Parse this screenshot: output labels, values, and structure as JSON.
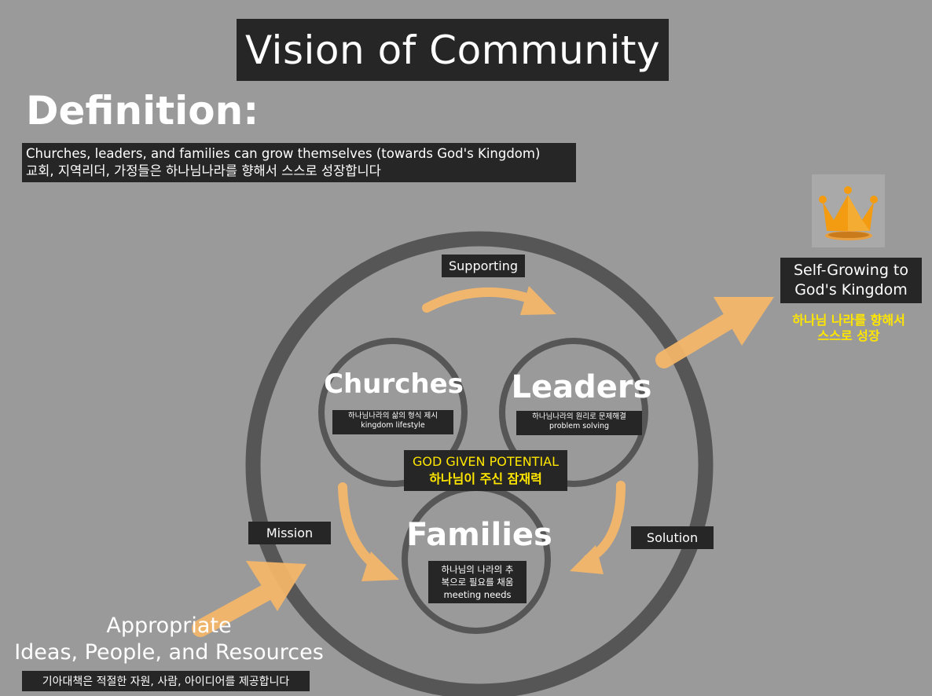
{
  "title": "Vision of Community",
  "definition_heading": "Definition:",
  "definition": {
    "line_en": "Churches, leaders, and families can grow themselves (towards God's Kingdom)",
    "line_kr": "교회, 지역리더, 가정들은 하나님나라를 향해서 스스로 성장합니다"
  },
  "arrows": {
    "supporting": "Supporting",
    "mission": "Mission",
    "solution": "Solution"
  },
  "nodes": {
    "churches": {
      "title": "Churches",
      "kr": "하나님나라의 삶의 형식 제시",
      "en": "kingdom lifestyle"
    },
    "leaders": {
      "title": "Leaders",
      "kr": "하나님나라의 원리로 문제해결",
      "en": "problem solving"
    },
    "families": {
      "title": "Families",
      "kr1": "하나님의 나라의 추",
      "kr2": "복으로 필요를 채움",
      "en": "meeting needs"
    }
  },
  "potential": {
    "en": "GOD GIVEN POTENTIAL",
    "kr": "하나님이 주신 잠재력"
  },
  "goal": {
    "line1": "Self-Growing to",
    "line2": "God's Kingdom",
    "kr1": "하나님 나라를 향해서",
    "kr2": "스스로 성장"
  },
  "input": {
    "line1": "Appropriate",
    "line2": "Ideas, People, and Resources",
    "kr": "기아대책은 적절한 자원, 사람, 아이디어를 제공합니다"
  },
  "icons": {
    "crown": "crown-icon"
  },
  "colors": {
    "background": "#9a9a9a",
    "dark_box": "#262626",
    "circle_stroke": "#565656",
    "arrow": "#f7b869",
    "highlight_text": "#ffe600",
    "crown": "#f39c12"
  }
}
